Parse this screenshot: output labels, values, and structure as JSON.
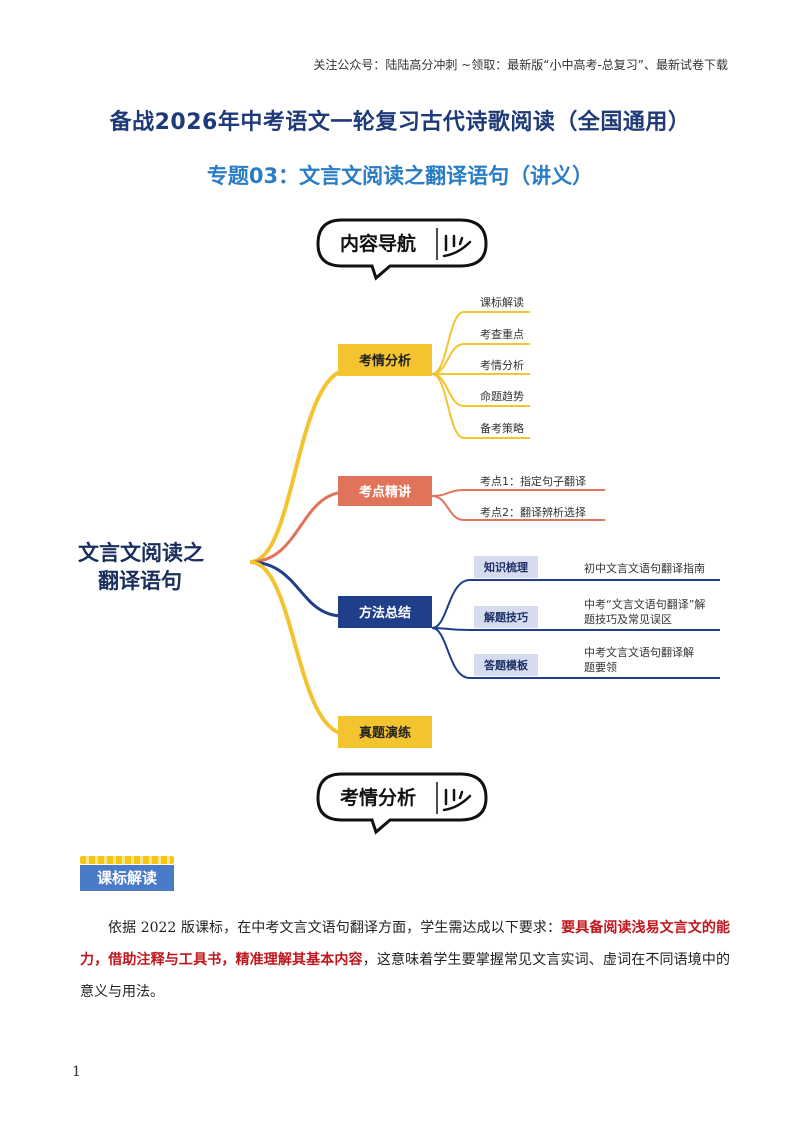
{
  "header": {
    "note": "关注公众号：陆陆高分冲刺  ~领取：最新版“小中高考-总复习”、最新试卷下载"
  },
  "titles": {
    "main": "备战2026年中考语文一轮复习古代诗歌阅读（全国通用）",
    "sub": "专题03：文言文阅读之翻译语句（讲义）"
  },
  "bubbles": {
    "nav": {
      "label": "内容导航",
      "icon": "pencil-stroke-icon"
    },
    "analysis": {
      "label": "考情分析",
      "icon": "pencil-stroke-icon"
    }
  },
  "mindmap": {
    "root": {
      "line1": "文言文阅读之",
      "line2": "翻译语句"
    },
    "branches": [
      {
        "label": "考情分析",
        "color": "#f4c430",
        "items": [
          "课标解读",
          "考查重点",
          "考情分析",
          "命题趋势",
          "备考策略"
        ]
      },
      {
        "label": "考点精讲",
        "color": "#e0735a",
        "items": [
          "考点1：指定句子翻译",
          "考点2：翻译辨析选择"
        ]
      },
      {
        "label": "方法总结",
        "color": "#1f3f8a",
        "subs": [
          {
            "label": "知识梳理",
            "desc1": "初中文言文语句翻译指南",
            "desc2": ""
          },
          {
            "label": "解题技巧",
            "desc1": "中考“文言文语句翻译”解",
            "desc2": "题技巧及常见误区"
          },
          {
            "label": "答题模板",
            "desc1": "中考文言文语句翻译解",
            "desc2": "题要领"
          }
        ]
      },
      {
        "label": "真题演练",
        "color": "#f4c430"
      }
    ]
  },
  "section": {
    "label": "课标解读"
  },
  "paragraph": {
    "part1": "依据 2022 版课标，在中考文言文语句翻译方面，学生需达成以下要求：",
    "part2": "要具备阅读浅易文言文的能力，借助注释与工具书，精准理解其基本内容",
    "part3": "，这意味着学生要掌握常见文言实词、虚词在不同语境中的意义与用法。"
  },
  "page": {
    "number": "1"
  }
}
